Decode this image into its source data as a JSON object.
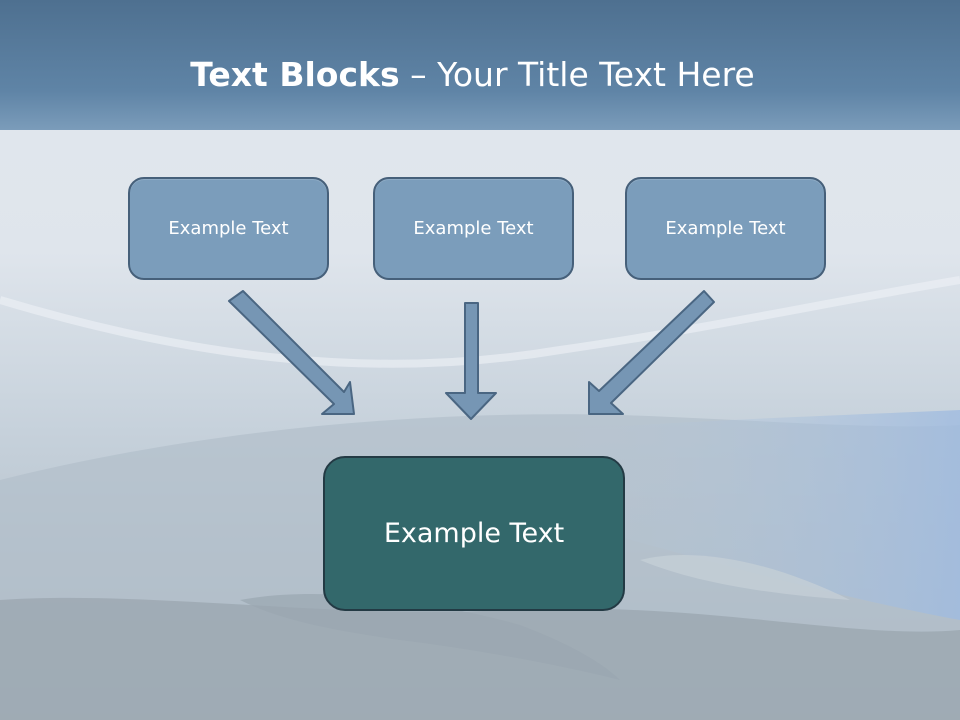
{
  "title": {
    "bold": "Text Blocks",
    "rest": " – Your Title Text Here"
  },
  "boxes": [
    {
      "label": "Example Text"
    },
    {
      "label": "Example Text"
    },
    {
      "label": "Example Text"
    }
  ],
  "main_box": {
    "label": "Example Text"
  },
  "colors": {
    "header": "#5f84a6",
    "box_fill": "#7b9dbb",
    "box_border": "#46607a",
    "main_fill": "#33686b",
    "arrow_fill": "#7696b4",
    "arrow_stroke": "#4a6682"
  }
}
